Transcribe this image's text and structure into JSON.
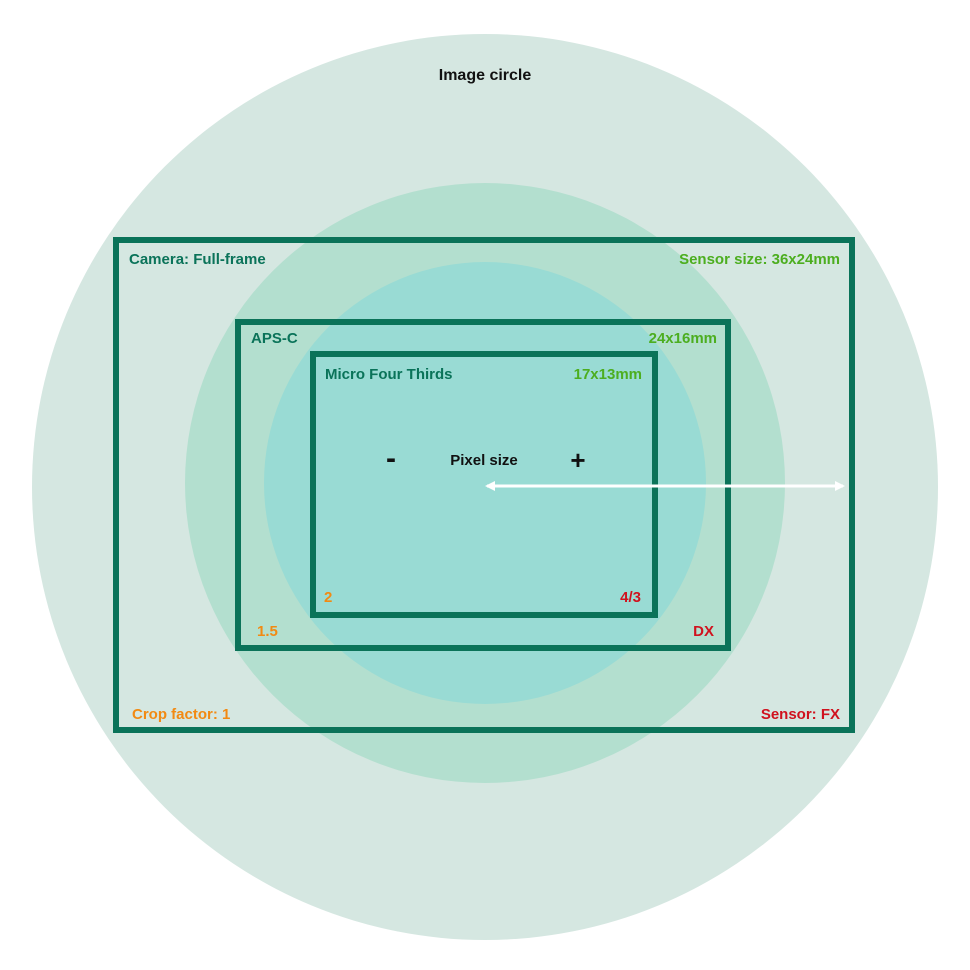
{
  "title": "Image circle",
  "colors": {
    "outer_circle": "#d5e7e1",
    "middle_circle": "#b3dfcf",
    "inner_circle": "#99dbd4",
    "frame": "#0a7359",
    "size_text": "#4cae1f",
    "crop_text": "#f28a12",
    "sensor_text": "#d0121e",
    "arrow": "#ffffff"
  },
  "full_frame": {
    "name": "Camera: Full-frame",
    "size": "Sensor size: 36x24mm",
    "crop": "Crop factor: 1",
    "sensor": "Sensor: FX"
  },
  "aps_c": {
    "name": "APS-C",
    "size": "24x16mm",
    "crop": "1.5",
    "sensor": "DX"
  },
  "mft": {
    "name": "Micro Four Thirds",
    "size": "17x13mm",
    "crop": "2",
    "sensor": "4/3"
  },
  "pixel_size": {
    "label": "Pixel size",
    "minus": "-",
    "plus": "+"
  }
}
